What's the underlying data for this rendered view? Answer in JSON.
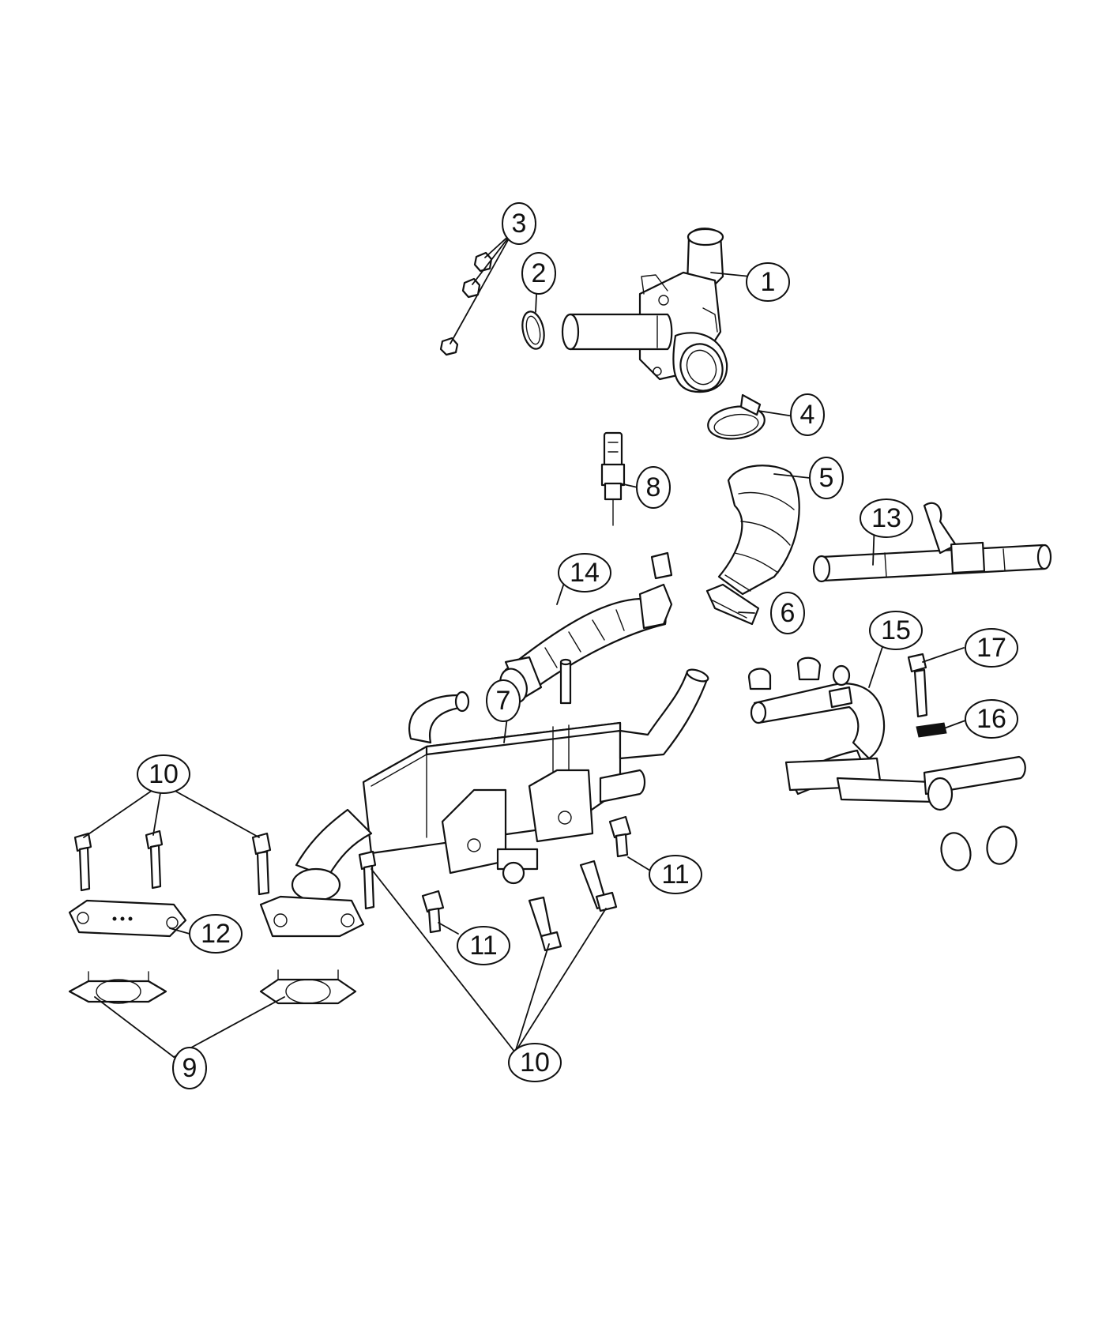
{
  "diagram": {
    "callouts": [
      {
        "id": "c1",
        "label": "1"
      },
      {
        "id": "c2",
        "label": "2"
      },
      {
        "id": "c3",
        "label": "3"
      },
      {
        "id": "c4",
        "label": "4"
      },
      {
        "id": "c5",
        "label": "5"
      },
      {
        "id": "c6",
        "label": "6"
      },
      {
        "id": "c7",
        "label": "7"
      },
      {
        "id": "c8",
        "label": "8"
      },
      {
        "id": "c9",
        "label": "9"
      },
      {
        "id": "c10a",
        "label": "10"
      },
      {
        "id": "c10b",
        "label": "10"
      },
      {
        "id": "c11a",
        "label": "11"
      },
      {
        "id": "c11b",
        "label": "11"
      },
      {
        "id": "c12",
        "label": "12"
      },
      {
        "id": "c13",
        "label": "13"
      },
      {
        "id": "c14",
        "label": "14"
      },
      {
        "id": "c15",
        "label": "15"
      },
      {
        "id": "c16",
        "label": "16"
      },
      {
        "id": "c17",
        "label": "17"
      }
    ]
  }
}
